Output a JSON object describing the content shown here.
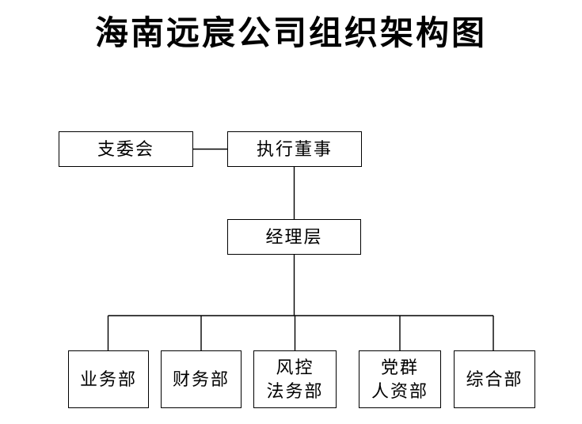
{
  "title": "海南远宸公司组织架构图",
  "nodes": {
    "branch_committee": {
      "label": "支委会"
    },
    "executive_director": {
      "label": "执行董事"
    },
    "management_layer": {
      "label": "经理层"
    },
    "business_dept": {
      "label": "业务部"
    },
    "finance_dept": {
      "label": "财务部"
    },
    "risk_legal_dept": {
      "label": "风控\n法务部"
    },
    "party_hr_dept": {
      "label": "党群\n人资部"
    },
    "general_dept": {
      "label": "综合部"
    }
  },
  "colors": {
    "line": "#000000",
    "text": "#000000",
    "background": "#ffffff"
  }
}
